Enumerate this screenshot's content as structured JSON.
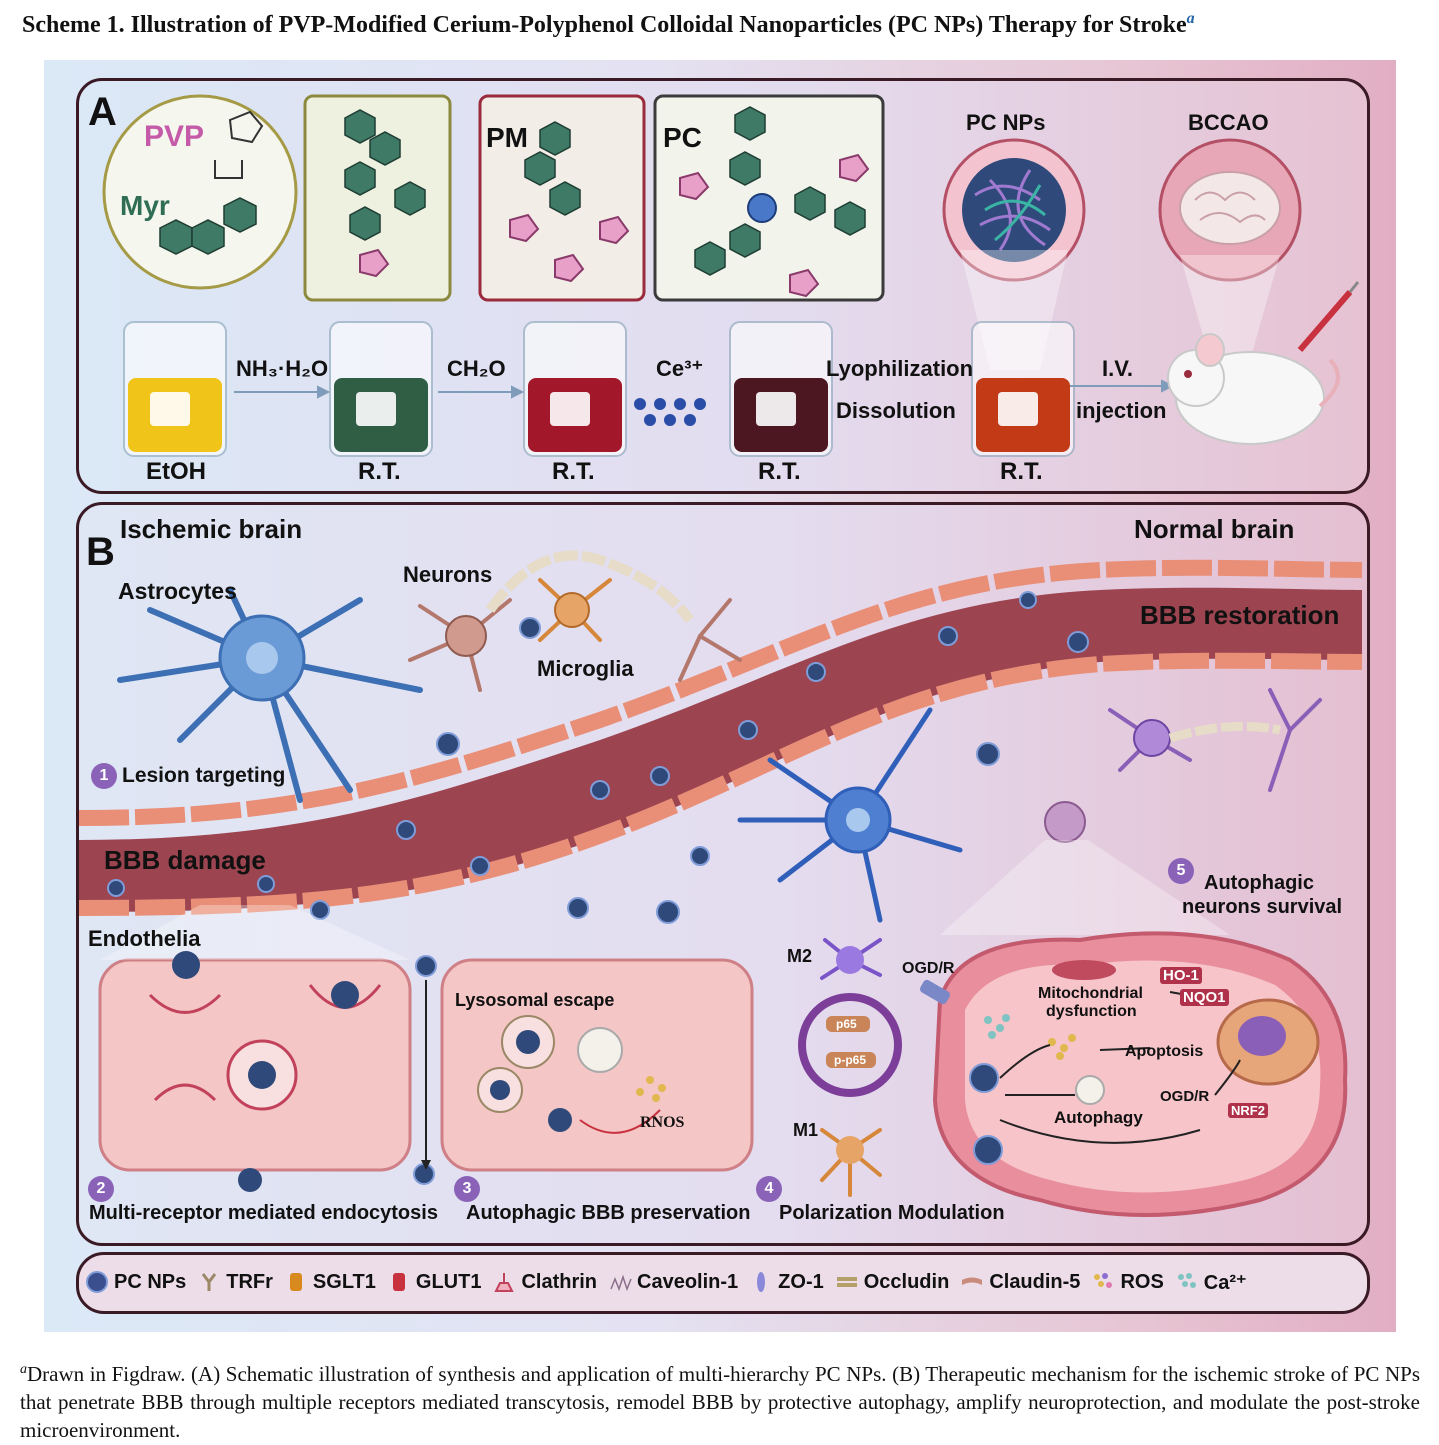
{
  "title": "Scheme 1. Illustration of PVP-Modified Cerium-Polyphenol Colloidal Nanoparticles (PC NPs) Therapy for Stroke",
  "title_sup": "a",
  "panel_a": {
    "letter": "A",
    "pvp": "PVP",
    "myr": "Myr",
    "pm": "PM",
    "pc": "PC",
    "pc_nps": "PC NPs",
    "bccao": "BCCAO",
    "steps": [
      "NH₃·H₂O",
      "CH₂O",
      "Ce³⁺",
      "Lyophilization",
      "Dissolution",
      "I.V.",
      "injection"
    ],
    "beaker_labels": [
      "EtOH",
      "R.T.",
      "R.T.",
      "R.T.",
      "R.T."
    ],
    "beaker_colors": [
      "#f0c419",
      "#2f5e45",
      "#a3172b",
      "#4d1722",
      "#c23a16"
    ]
  },
  "panel_b": {
    "letter": "B",
    "ischemic_brain": "Ischemic brain",
    "normal_brain": "Normal brain",
    "astrocytes": "Astrocytes",
    "neurons": "Neurons",
    "microglia": "Microglia",
    "bbb_restoration": "BBB restoration",
    "bbb_damage": "BBB damage",
    "endothelia": "Endothelia",
    "lysosomal_escape": "Lysosomal escape",
    "rnos": "RNOS",
    "m2": "M2",
    "m1": "M1",
    "p65": "p65",
    "pp65": "p-p65",
    "ogdr": "OGD/R",
    "ogdr2": "OGD/R",
    "mito": "Mitochondrial",
    "mito2": "dysfunction",
    "ho1": "HO-1",
    "nqo1": "NQO1",
    "nrf2": "NRF2",
    "apoptosis": "Apoptosis",
    "autophagy": "Autophagy",
    "steps": [
      {
        "num": "1",
        "label": "Lesion targeting"
      },
      {
        "num": "2",
        "label": "Multi-receptor mediated endocytosis"
      },
      {
        "num": "3",
        "label": "Autophagic BBB preservation"
      },
      {
        "num": "4",
        "label": "Polarization Modulation"
      },
      {
        "num": "5",
        "label": "Autophagic"
      }
    ],
    "step5_line2": "neurons survival"
  },
  "legend": [
    {
      "icon": "pc-nps-icon",
      "label": "PC NPs",
      "color": "#3b4f8f"
    },
    {
      "icon": "trfr-icon",
      "label": "TRFr",
      "color": "#9a8866"
    },
    {
      "icon": "sglt1-icon",
      "label": "SGLT1",
      "color": "#d98a1e"
    },
    {
      "icon": "glut1-icon",
      "label": "GLUT1",
      "color": "#c8323e"
    },
    {
      "icon": "clathrin-icon",
      "label": "Clathrin",
      "color": "#c2415b"
    },
    {
      "icon": "caveolin-icon",
      "label": "Caveolin-1",
      "color": "#8a6f8a"
    },
    {
      "icon": "zo1-icon",
      "label": "ZO-1",
      "color": "#8a88d8"
    },
    {
      "icon": "occludin-icon",
      "label": "Occludin",
      "color": "#b5a06a"
    },
    {
      "icon": "claudin-icon",
      "label": "Claudin-5",
      "color": "#c98b7c"
    },
    {
      "icon": "ros-icon",
      "label": "ROS",
      "color": "#e1b84e"
    },
    {
      "icon": "ca-icon",
      "label": "Ca²⁺",
      "color": "#7fc3c2"
    }
  ],
  "caption": {
    "sup": "a",
    "text": "Drawn in Figdraw. (A) Schematic illustration of synthesis and application of multi-hierarchy PC NPs. (B) Therapeutic mechanism for the ischemic stroke of PC NPs that penetrate BBB through multiple receptors mediated transcytosis, remodel BBB by protective autophagy, amplify neuroprotection, and modulate the post-stroke microenvironment."
  }
}
